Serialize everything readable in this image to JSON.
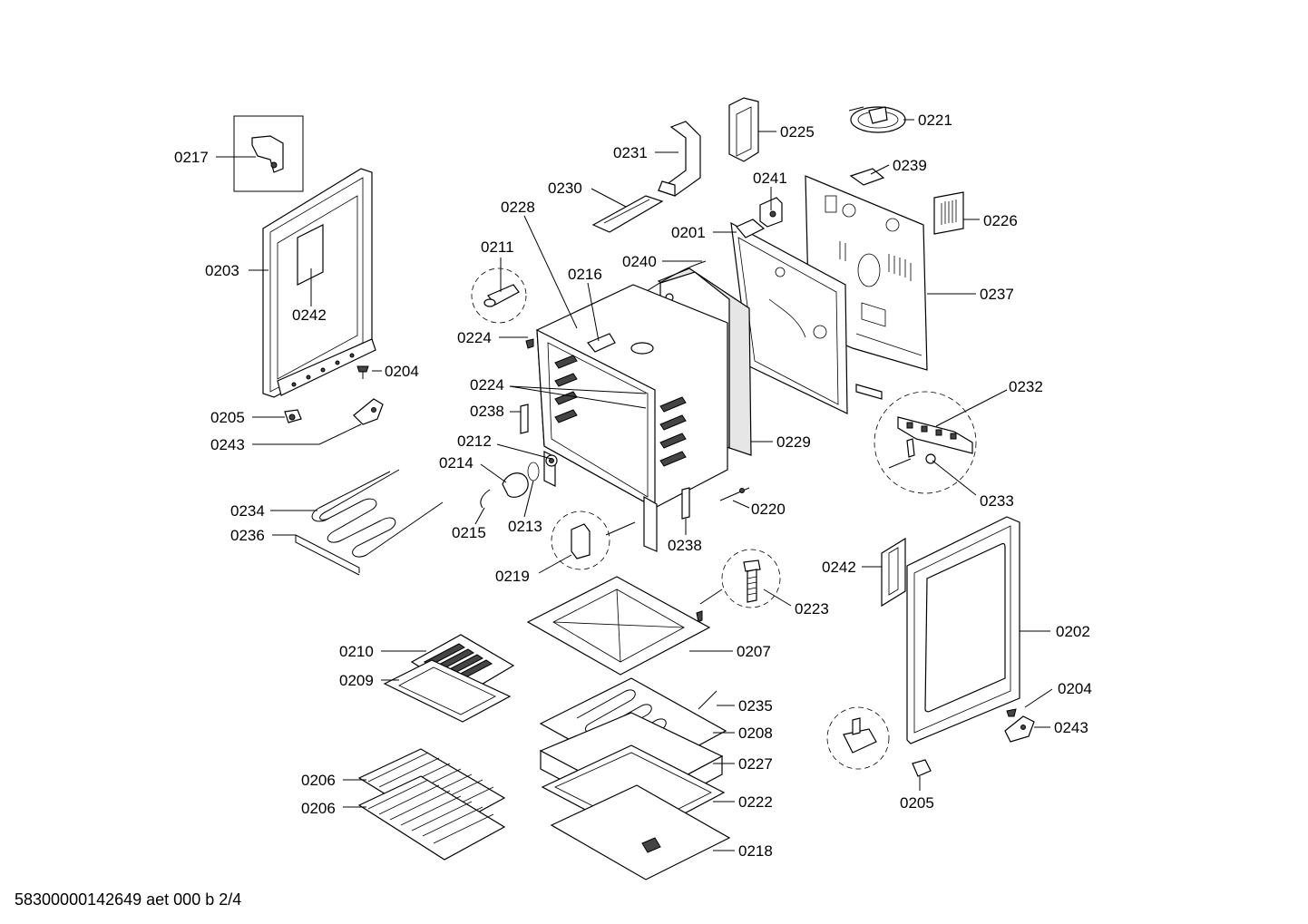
{
  "document": {
    "footer": "58300000142649 aet 000 b 2/4"
  },
  "labels": {
    "p0217": "0217",
    "p0203": "0203",
    "p0242a": "0242",
    "p0204a": "0204",
    "p0205a": "0205",
    "p0243a": "0243",
    "p0231": "0231",
    "p0225": "0225",
    "p0221": "0221",
    "p0239": "0239",
    "p0241": "0241",
    "p0230": "0230",
    "p0228": "0228",
    "p0226": "0226",
    "p0201": "0201",
    "p0211": "0211",
    "p0216": "0216",
    "p0240": "0240",
    "p0237": "0237",
    "p0224a": "0224",
    "p0224b": "0224",
    "p0238a": "0238",
    "p0232": "0232",
    "p0212": "0212",
    "p0229": "0229",
    "p0214": "0214",
    "p0233": "0233",
    "p0220": "0220",
    "p0234": "0234",
    "p0215": "0215",
    "p0213": "0213",
    "p0236": "0236",
    "p0238b": "0238",
    "p0219": "0219",
    "p0242b": "0242",
    "p0223": "0223",
    "p0202": "0202",
    "p0210": "0210",
    "p0207": "0207",
    "p0209": "0209",
    "p0204b": "0204",
    "p0235": "0235",
    "p0243b": "0243",
    "p0208": "0208",
    "p0227": "0227",
    "p0206a": "0206",
    "p0205b": "0205",
    "p0222": "0222",
    "p0206b": "0206",
    "p0218": "0218"
  }
}
